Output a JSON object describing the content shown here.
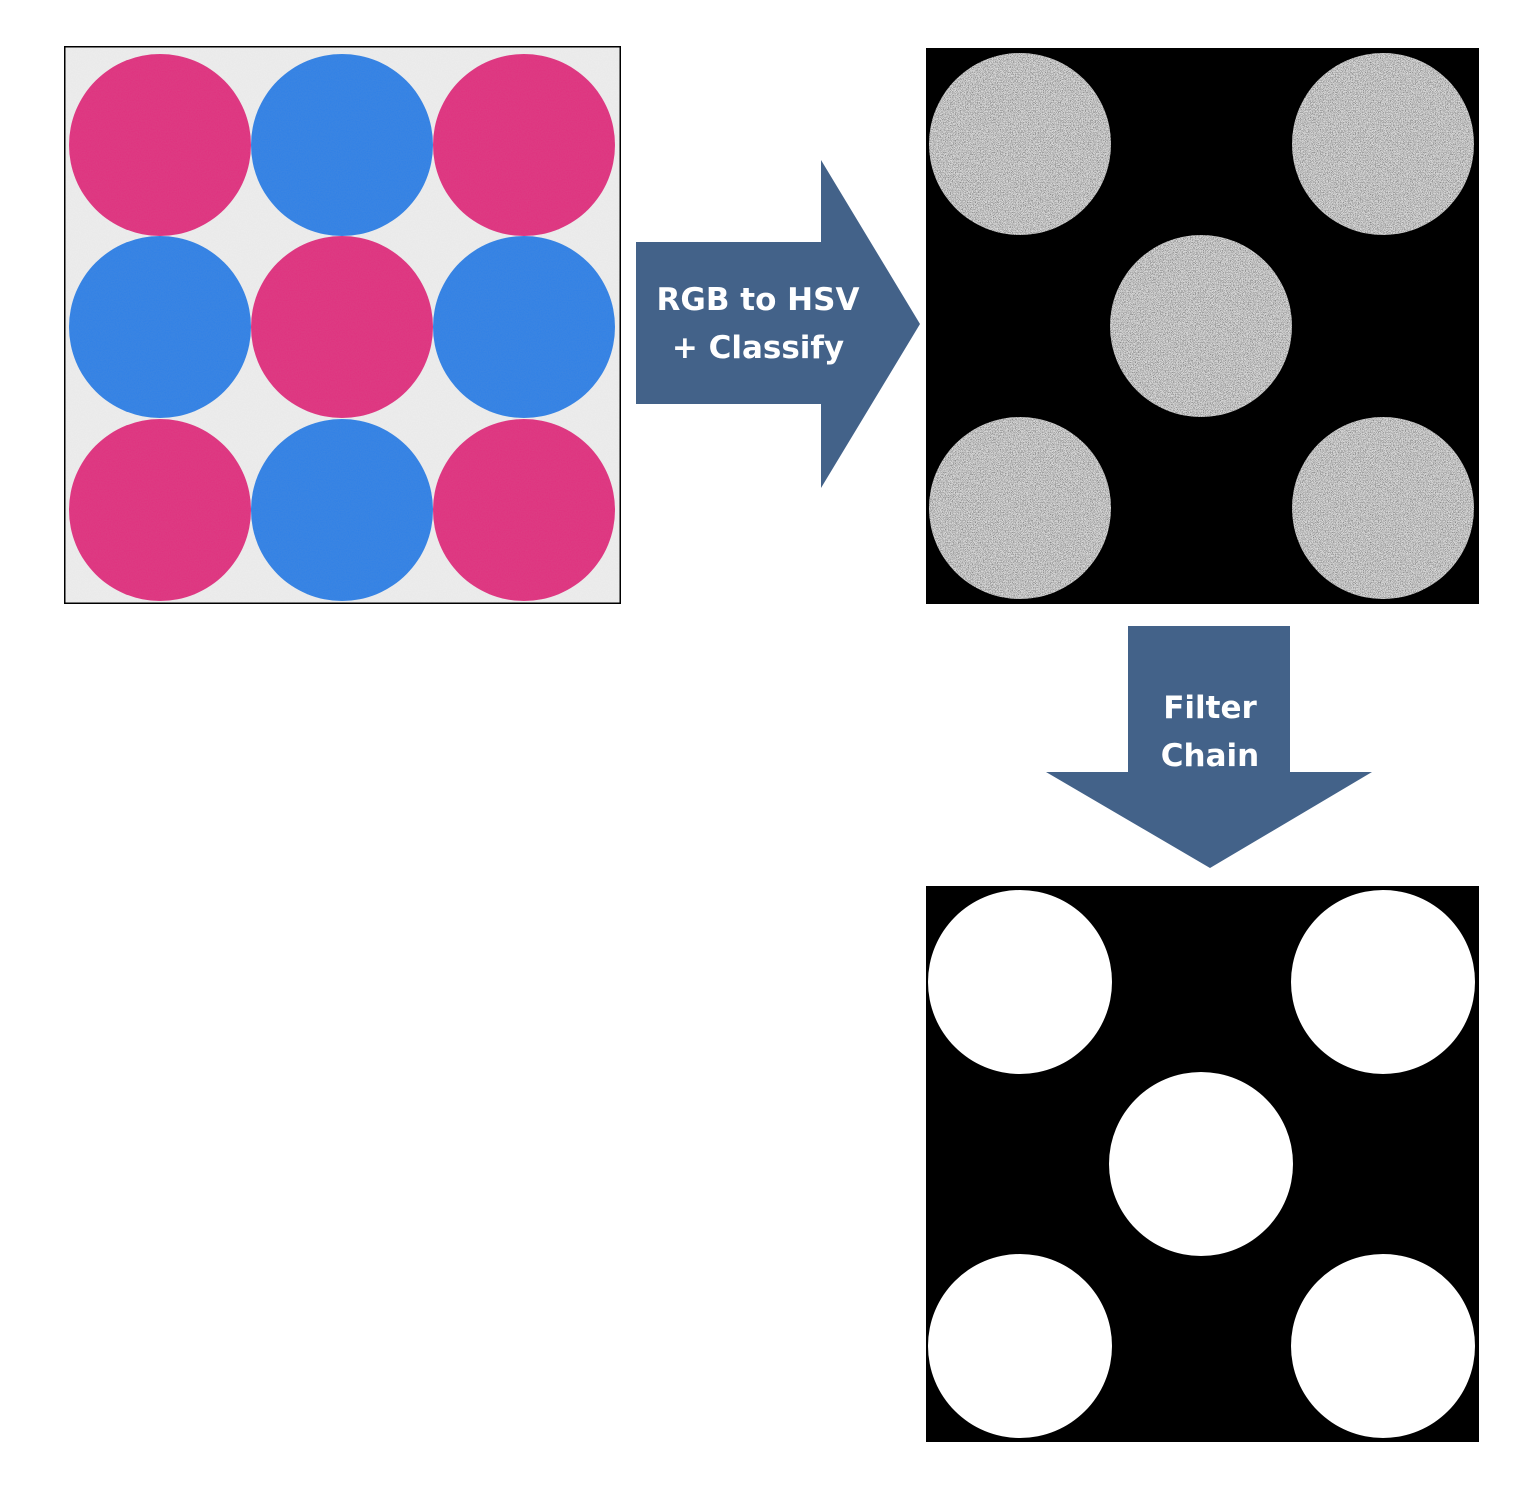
{
  "diagram": {
    "arrow_color": "#436289",
    "steps": [
      {
        "id": "rgb-to-hsv",
        "lines": [
          "RGB to HSV",
          "+ Classify"
        ]
      },
      {
        "id": "filter",
        "lines": [
          "Filter",
          "Chain"
        ]
      }
    ],
    "images": {
      "input": {
        "background": "#eeeeee",
        "grid": [
          [
            "pink",
            "blue",
            "pink"
          ],
          [
            "blue",
            "pink",
            "blue"
          ],
          [
            "pink",
            "blue",
            "pink"
          ]
        ],
        "colors": {
          "pink": "#e0307e",
          "blue": "#2f80e6"
        }
      },
      "classified": {
        "background": "#000000",
        "foreground": "#d8d8d8",
        "noisy": true,
        "pattern": "pink circles selected"
      },
      "filtered": {
        "background": "#000000",
        "foreground": "#ffffff",
        "noisy": false
      }
    }
  }
}
